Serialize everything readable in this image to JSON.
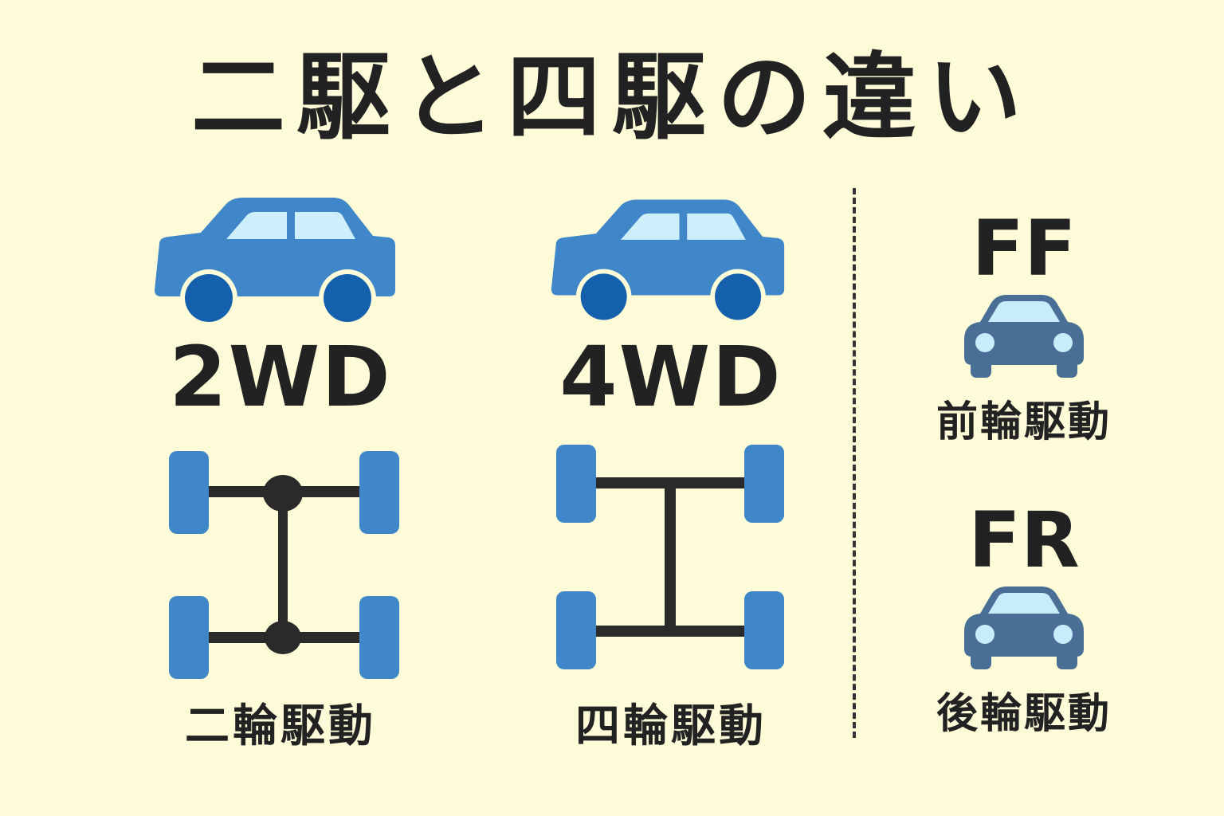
{
  "title": "二駆と四駆の違い",
  "colors": {
    "background": "#fefcd8",
    "car_body": "#3f87c9",
    "car_window": "#cdeefb",
    "car_wheel": "#1560ad",
    "tire": "#3f87c9",
    "axle": "#2a2a2a",
    "small_car_body": "#4a6f97",
    "small_car_light": "#c9ecfb",
    "text": "#222222"
  },
  "left_panel": {
    "icon": "sedan-side-icon",
    "code": "2WD",
    "drivetrain_icon": "two-wheel-drive-layout-icon",
    "caption": "二輪駆動"
  },
  "middle_panel": {
    "icon": "sedan-side-icon",
    "code": "4WD",
    "drivetrain_icon": "four-wheel-drive-layout-icon",
    "caption": "四輪駆動"
  },
  "right_panel": {
    "items": [
      {
        "code": "FF",
        "icon": "car-front-icon",
        "caption": "前輪駆動"
      },
      {
        "code": "FR",
        "icon": "car-front-icon",
        "caption": "後輪駆動"
      }
    ]
  }
}
